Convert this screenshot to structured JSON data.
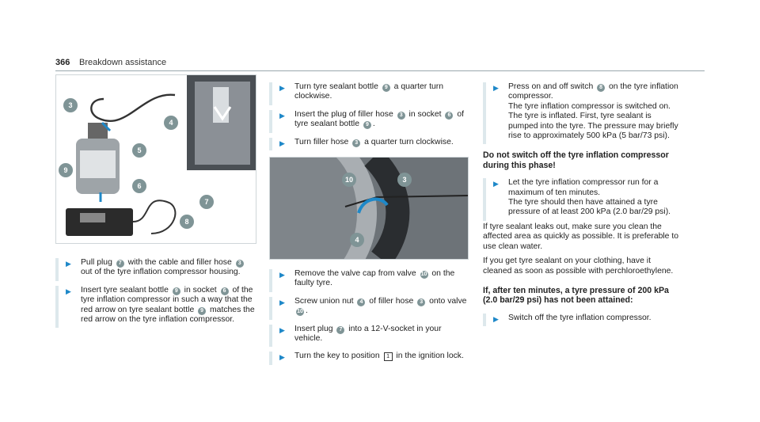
{
  "header": {
    "page_number": "366",
    "section_title": "Breakdown assistance"
  },
  "column1": {
    "figure_callouts": [
      "3",
      "4",
      "5",
      "9",
      "6",
      "7",
      "8"
    ],
    "steps": [
      {
        "pre": "Pull plug ",
        "n1": "7",
        "mid": " with the cable and filler hose ",
        "n2": "3",
        "post": " out of the tyre inflation compressor housing."
      },
      {
        "pre": "Insert tyre sealant bottle ",
        "n1": "9",
        "mid": " in socket ",
        "n2": "6",
        "post": " of the tyre inflation compressor in such a way that the red arrow on tyre sealant bottle ",
        "n3": "9",
        "post2": " matches the red arrow on the tyre inflation compressor."
      }
    ]
  },
  "column2": {
    "steps_top": [
      {
        "pre": "Turn tyre sealant bottle ",
        "n1": "9",
        "post": " a quarter turn clockwise."
      },
      {
        "pre": "Insert the plug of filler hose ",
        "n1": "3",
        "mid": " in socket ",
        "n2": "6",
        "post": " of tyre sealant bottle ",
        "n3": "9",
        "post2": "."
      },
      {
        "pre": "Turn filler hose ",
        "n1": "3",
        "post": " a quarter turn clockwise."
      }
    ],
    "figure_callouts": [
      "10",
      "3",
      "4"
    ],
    "steps_bottom": [
      {
        "pre": "Remove the valve cap from valve ",
        "n1": "10",
        "post": " on the faulty tyre."
      },
      {
        "pre": "Screw union nut ",
        "n1": "4",
        "mid": " of filler hose ",
        "n2": "3",
        "post": " onto valve ",
        "n3": "10",
        "post2": "."
      },
      {
        "pre": "Insert plug ",
        "n1": "7",
        "post": " into a 12-V-socket in your vehicle."
      },
      {
        "pre": "Turn the key to position ",
        "key": "1",
        "post": " in the ignition lock."
      }
    ]
  },
  "column3": {
    "step1": {
      "pre": "Press on and off switch ",
      "n1": "8",
      "post": " on the tyre inflation compressor.",
      "line2": "The tyre inflation compressor is switched on.",
      "line3": "The tyre is inflated. First, tyre sealant is pumped into the tyre. The pressure may briefly rise to approximately 500 kPa (5 bar/73 psi)."
    },
    "warning1": "Do not switch off the tyre inflation compressor during this phase!",
    "step2": {
      "text": "Let the tyre inflation compressor run for a maximum of ten minutes.",
      "line2": "The tyre should then have attained a tyre pressure of at least 200 kPa (2.0 bar/29 psi)."
    },
    "para1": "If tyre sealant leaks out, make sure you clean the affected area as quickly as possible. It is preferable to use clean water.",
    "para2": "If you get tyre sealant on your clothing, have it cleaned as soon as possible with perchloroethylene.",
    "warning2": "If, after ten minutes, a tyre pressure of 200 kPa (2.0 bar/29 psi) has not been attained:",
    "step3": "Switch off the tyre inflation compressor."
  }
}
